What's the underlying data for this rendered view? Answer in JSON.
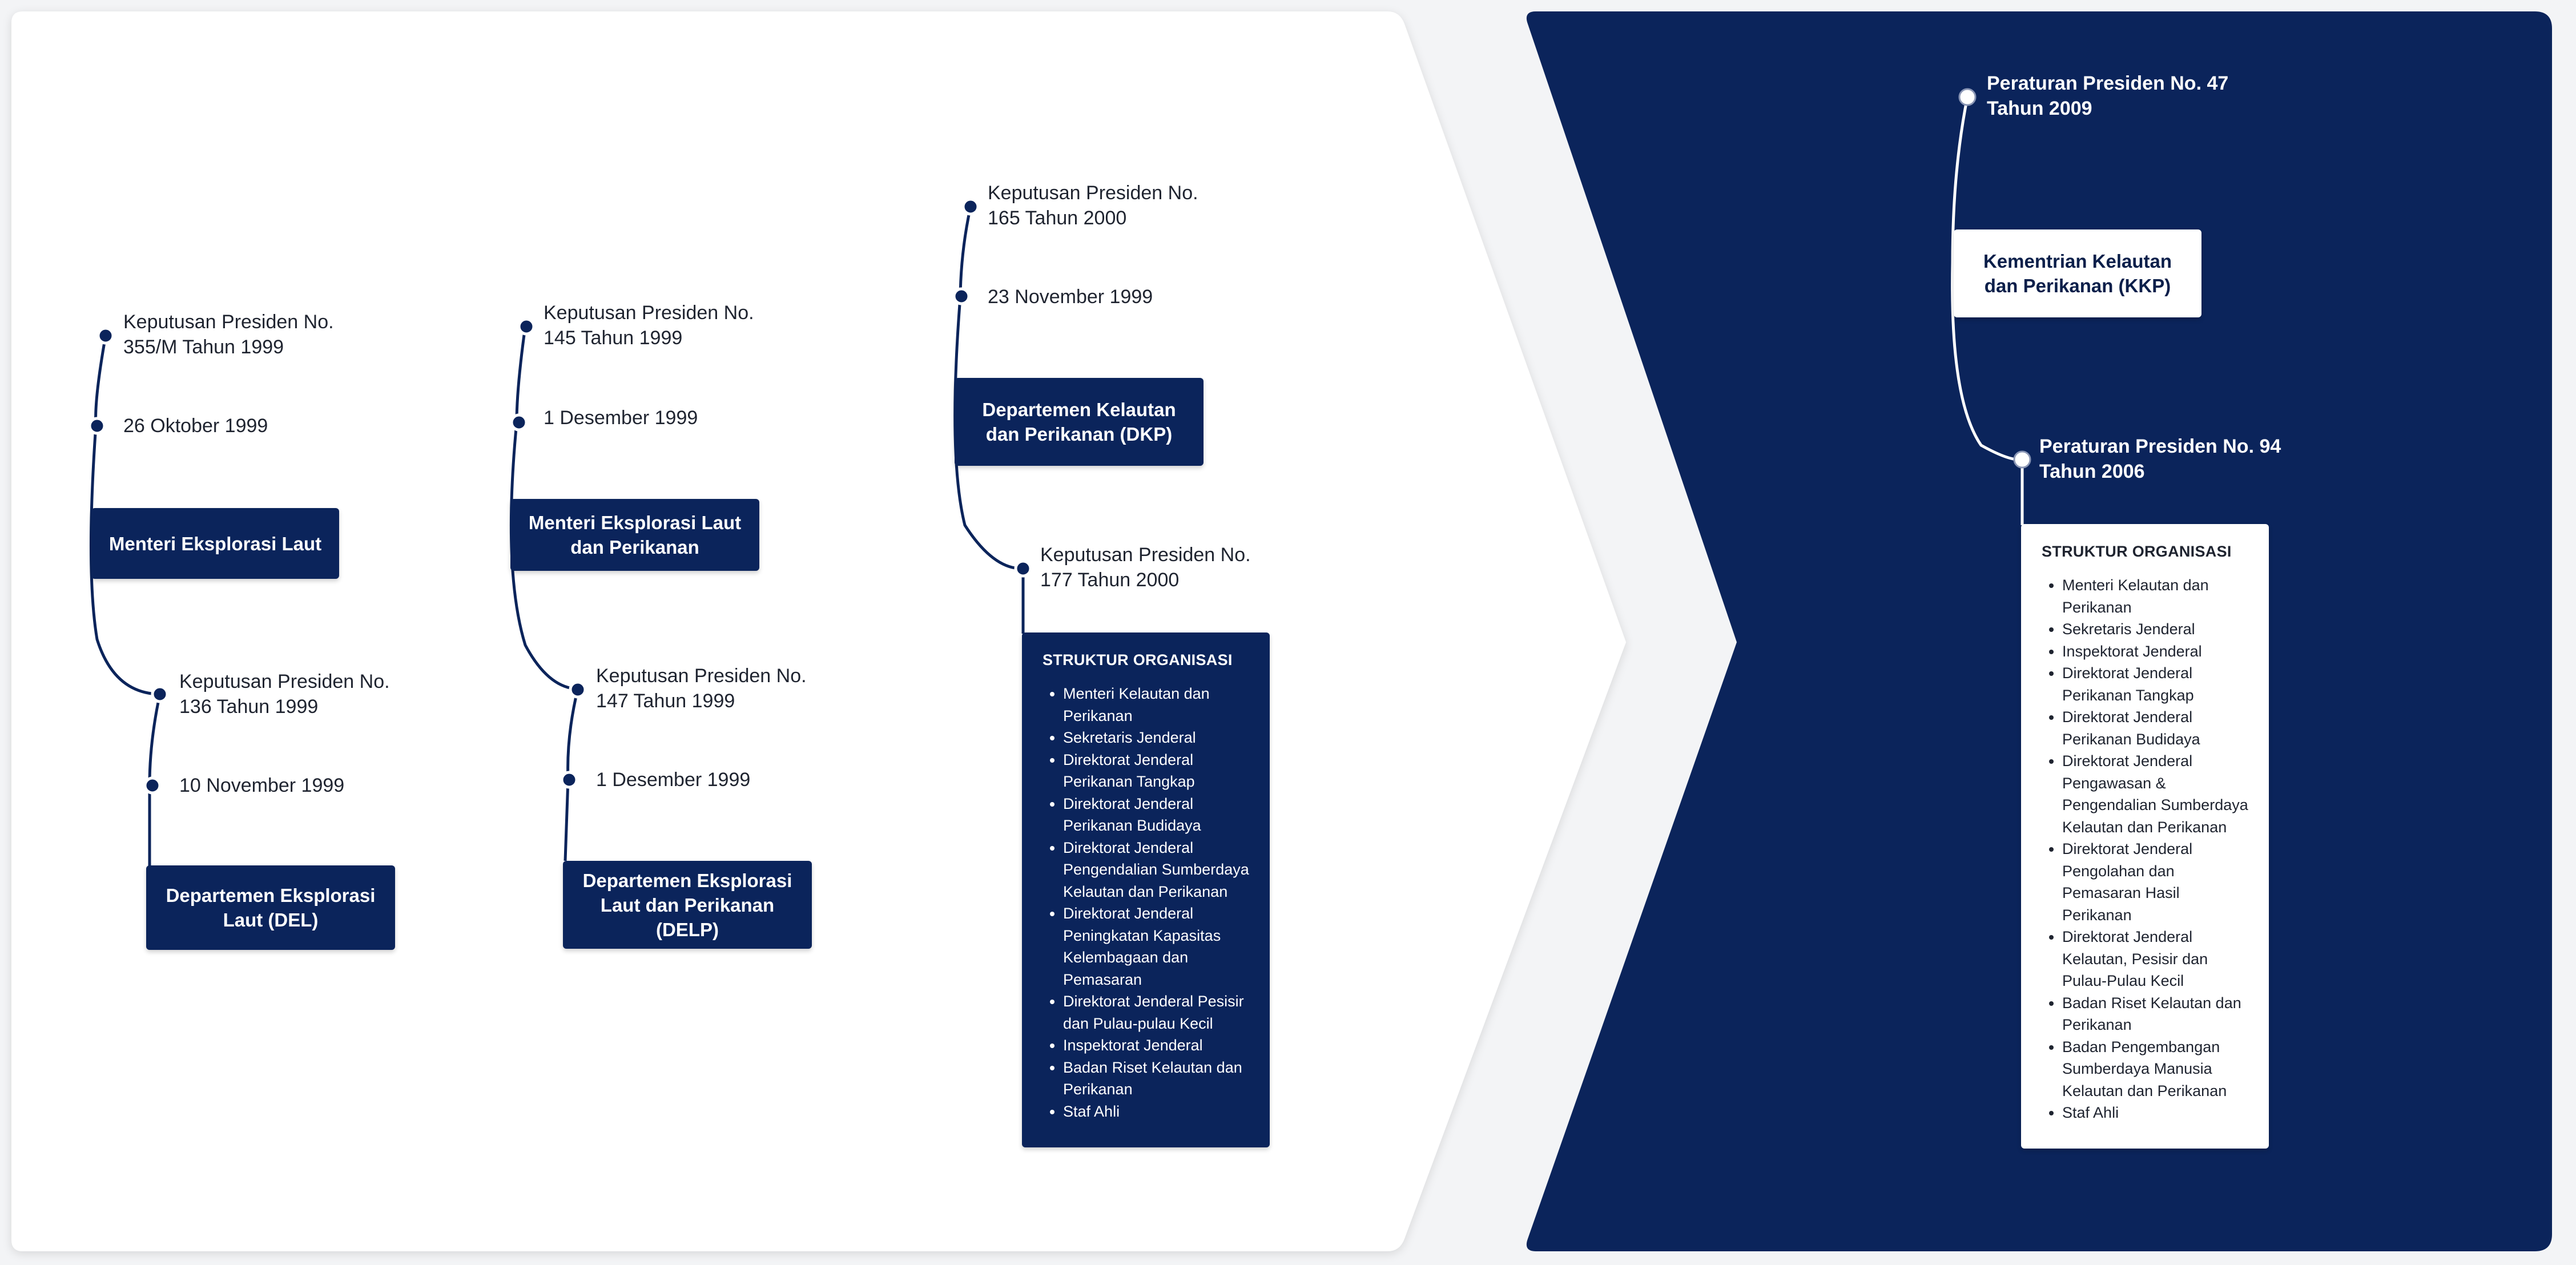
{
  "stages": [
    {
      "decree_1": "Keputusan Presiden No.\n355/M Tahun 1999",
      "date_1": "26 Oktober 1999",
      "entity_1": "Menteri Eksplorasi Laut",
      "decree_2": "Keputusan Presiden No.\n136 Tahun 1999",
      "date_2": "10 November 1999",
      "entity_2": "Departemen Eksplorasi\nLaut (DEL)"
    },
    {
      "decree_1": "Keputusan Presiden No.\n145 Tahun 1999",
      "date_1": "1 Desember 1999",
      "entity_1": "Menteri Eksplorasi Laut\ndan Perikanan",
      "decree_2": "Keputusan Presiden No.\n147 Tahun 1999",
      "date_2": "1 Desember 1999",
      "entity_2": "Departemen Eksplorasi\nLaut dan Perikanan\n(DELP)"
    },
    {
      "decree_1": "Keputusan Presiden No.\n165 Tahun 2000",
      "date_1": "23 November 1999",
      "entity_1": "Departemen Kelautan\ndan Perikanan (DKP)",
      "decree_2": "Keputusan Presiden No.\n177 Tahun 2000",
      "structure_title": "STRUKTUR ORGANISASI",
      "structure_items": [
        "Menteri Kelautan dan Perikanan",
        "Sekretaris Jenderal",
        "Direktorat Jenderal Perikanan Tangkap",
        "Direktorat Jenderal Perikanan Budidaya",
        "Direktorat Jenderal Pengendalian Sumberdaya Kelautan dan Perikanan",
        "Direktorat Jenderal Peningkatan Kapasitas Kelembagaan dan Pemasaran",
        "Direktorat Jenderal Pesisir dan Pulau-pulau Kecil",
        "Inspektorat Jenderal",
        "Badan Riset Kelautan dan Perikanan",
        "Staf Ahli"
      ]
    }
  ],
  "current": {
    "decree_1": "Peraturan Presiden No. 47\nTahun 2009",
    "entity_1": "Kementrian Kelautan\ndan Perikanan (KKP)",
    "decree_2": "Peraturan Presiden No. 94\nTahun 2006",
    "structure_title": "STRUKTUR ORGANISASI",
    "structure_items": [
      "Menteri Kelautan dan Perikanan",
      "Sekretaris Jenderal",
      "Inspektorat Jenderal",
      "Direktorat Jenderal Perikanan Tangkap",
      "Direktorat Jenderal Perikanan Budidaya",
      "Direktorat Jenderal Pengawasan & Pengendalian Sumberdaya Kelautan dan Perikanan",
      "Direktorat Jenderal Pengolahan dan Pemasaran Hasil Perikanan",
      "Direktorat Jenderal Kelautan, Pesisir dan Pulau-Pulau Kecil",
      "Badan Riset Kelautan dan Perikanan",
      "Badan Pengembangan Sumberdaya Manusia Kelautan dan Perikanan",
      "Staf Ahli"
    ]
  },
  "colors": {
    "navy": "#0b245b",
    "panel_white": "#ffffff",
    "page_bg": "#f3f4f6"
  }
}
